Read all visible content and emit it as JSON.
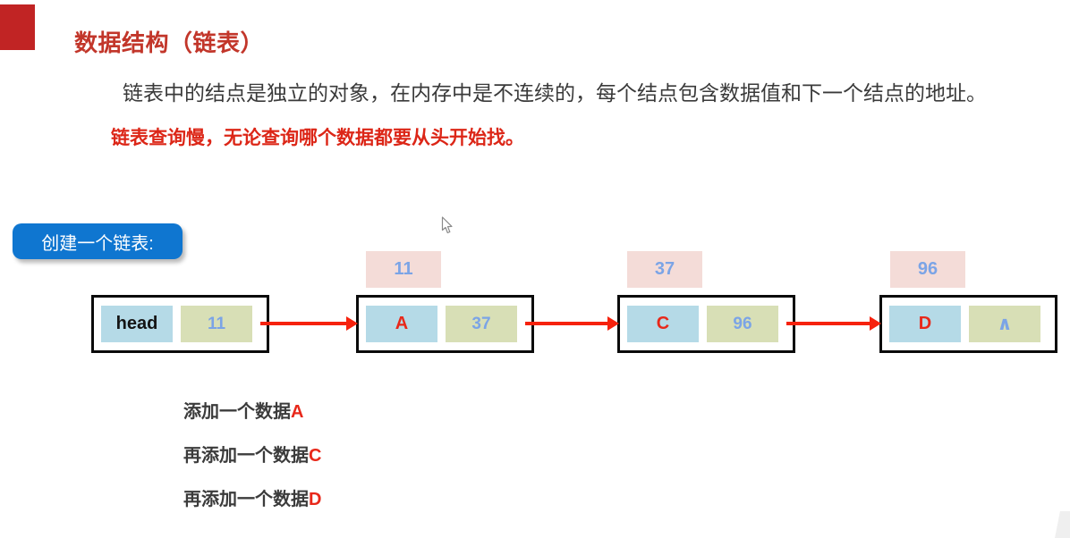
{
  "page": {
    "title": "数据结构（链表）",
    "body_text": "链表中的结点是独立的对象，在内存中是不连续的，每个结点包含数据值和下一个结点的地址。",
    "highlight_text": "链表查询慢，无论查询哪个数据都要从头开始找。",
    "badge_label": "创建一个链表:"
  },
  "colors": {
    "title_red": "#c2362a",
    "highlight_red": "#dc2617",
    "badge_blue": "#0f76d0",
    "arrow_red": "#f6220d",
    "cell_blue": "#b5dae7",
    "cell_green": "#d8dfb6",
    "tag_pink": "#f4dcd8",
    "number_blue": "#7ba4e6",
    "letter_red": "#e8281a"
  },
  "linked_list": {
    "nodes": [
      {
        "tag": "",
        "label": "head",
        "value": "11"
      },
      {
        "tag": "11",
        "label": "A",
        "value": "37"
      },
      {
        "tag": "37",
        "label": "C",
        "value": "96"
      },
      {
        "tag": "96",
        "label": "D",
        "value": "∧"
      }
    ]
  },
  "steps": [
    {
      "prefix": "添加一个数据",
      "letter": "A"
    },
    {
      "prefix": "再添加一个数据",
      "letter": "C"
    },
    {
      "prefix": "再添加一个数据",
      "letter": "D"
    }
  ]
}
